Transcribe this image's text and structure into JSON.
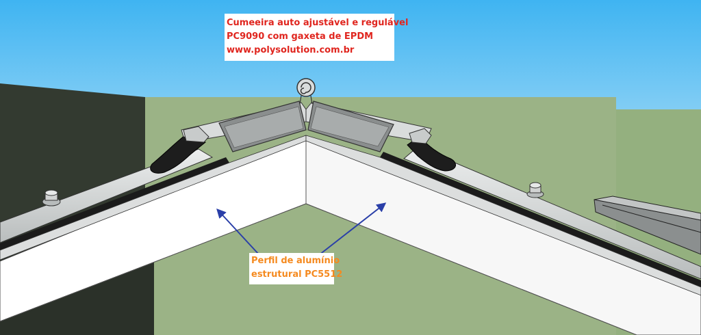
{
  "callout_ridge": {
    "line1": "Cumeeira auto ajustável e regulável",
    "line2": "PC9090 com gaxeta de EPDM",
    "line3": "www.polysolution.com.br"
  },
  "callout_profile": {
    "line1": "Perfil de alumínio",
    "line2": "estrutural PC5512"
  },
  "colors": {
    "sky_top": "#3fb4f2",
    "sky_bottom": "#e9f6fc",
    "wall_green": "#9bb386",
    "wall_dark": "#333a30",
    "ridge_text": "#e0261f",
    "profile_text": "#f58a1f",
    "arrow": "#2a3fa8"
  }
}
